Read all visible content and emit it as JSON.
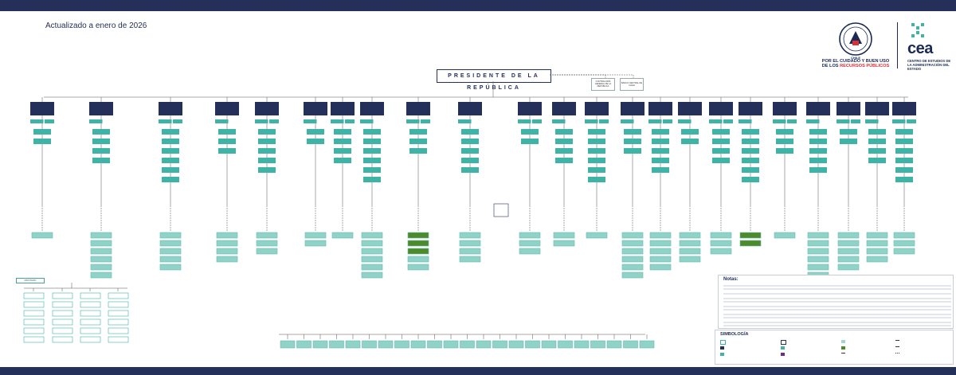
{
  "header": {
    "updated": "Actualizado a enero de 2026"
  },
  "logos": {
    "cgr_name": "CONTRALORÍA GENERAL DE LA REPÚBLICA",
    "cgr_country": "CHILE",
    "cgr_tagline_1": "POR EL CUIDADO Y BUEN USO",
    "cgr_tagline_2_pre": "DE LOS ",
    "cgr_tagline_2_hl": "RECURSOS PÚBLICOS",
    "cea_word": "cea",
    "cea_tagline": "CENTRO DE ESTUDIOS DE LA ADMINISTRACIÓN DEL ESTADO"
  },
  "chart": {
    "president": "PRESIDENTE DE LA REPÚBLICA",
    "side_boxes": [
      "CONTRALORÍA GENERAL DE LA REPÚBLICA",
      "BANCO CENTRAL DE CHILE"
    ],
    "bottom_left_label": "MINISTERIO"
  },
  "notes": {
    "title": "Notas:"
  },
  "legend": {
    "title": "SIMBOLOGÍA",
    "items": []
  },
  "colors": {
    "navy": "#24305a",
    "teal": "#3fb3a6",
    "green": "#4d8a2a",
    "purple": "#6b2c8f"
  }
}
